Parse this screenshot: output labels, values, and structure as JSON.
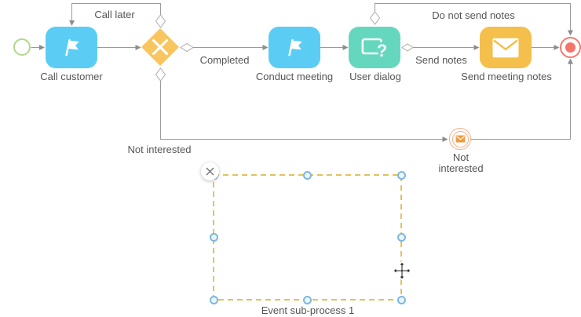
{
  "canvas": {
    "background": "#FFFFFF"
  },
  "palette": {
    "task_blue": "#5BCDF5",
    "task_teal": "#66D7BF",
    "task_yellow": "#F4BF4B",
    "gateway_orange": "#F9C55F",
    "start_event_green": "#B2D88C",
    "end_event_red": "#F4796B",
    "message_event_orange": "#F1AE85",
    "message_envelope_fill": "#EF9C42",
    "flow_line_gray": "#9B9B9B",
    "label_gray": "#555555",
    "selection_dash_yellow": "#DDBA45",
    "selection_handle_blue": "#7AB8E0"
  },
  "nodes": {
    "tasks": [
      {
        "label": "Call customer"
      },
      {
        "label": "Conduct meeting"
      },
      {
        "label": "User dialog",
        "icon_glyph": "?"
      },
      {
        "label": "Send meeting notes"
      }
    ],
    "intermediate_event": {
      "label_line1": "Not",
      "label_line2": "interested"
    }
  },
  "flows": {
    "call_later": "Call later",
    "completed": "Completed",
    "do_not_send_notes": "Do not send notes",
    "send_notes": "Send notes",
    "not_interested": "Not interested"
  },
  "subprocess": {
    "label": "Event sub-process 1"
  }
}
